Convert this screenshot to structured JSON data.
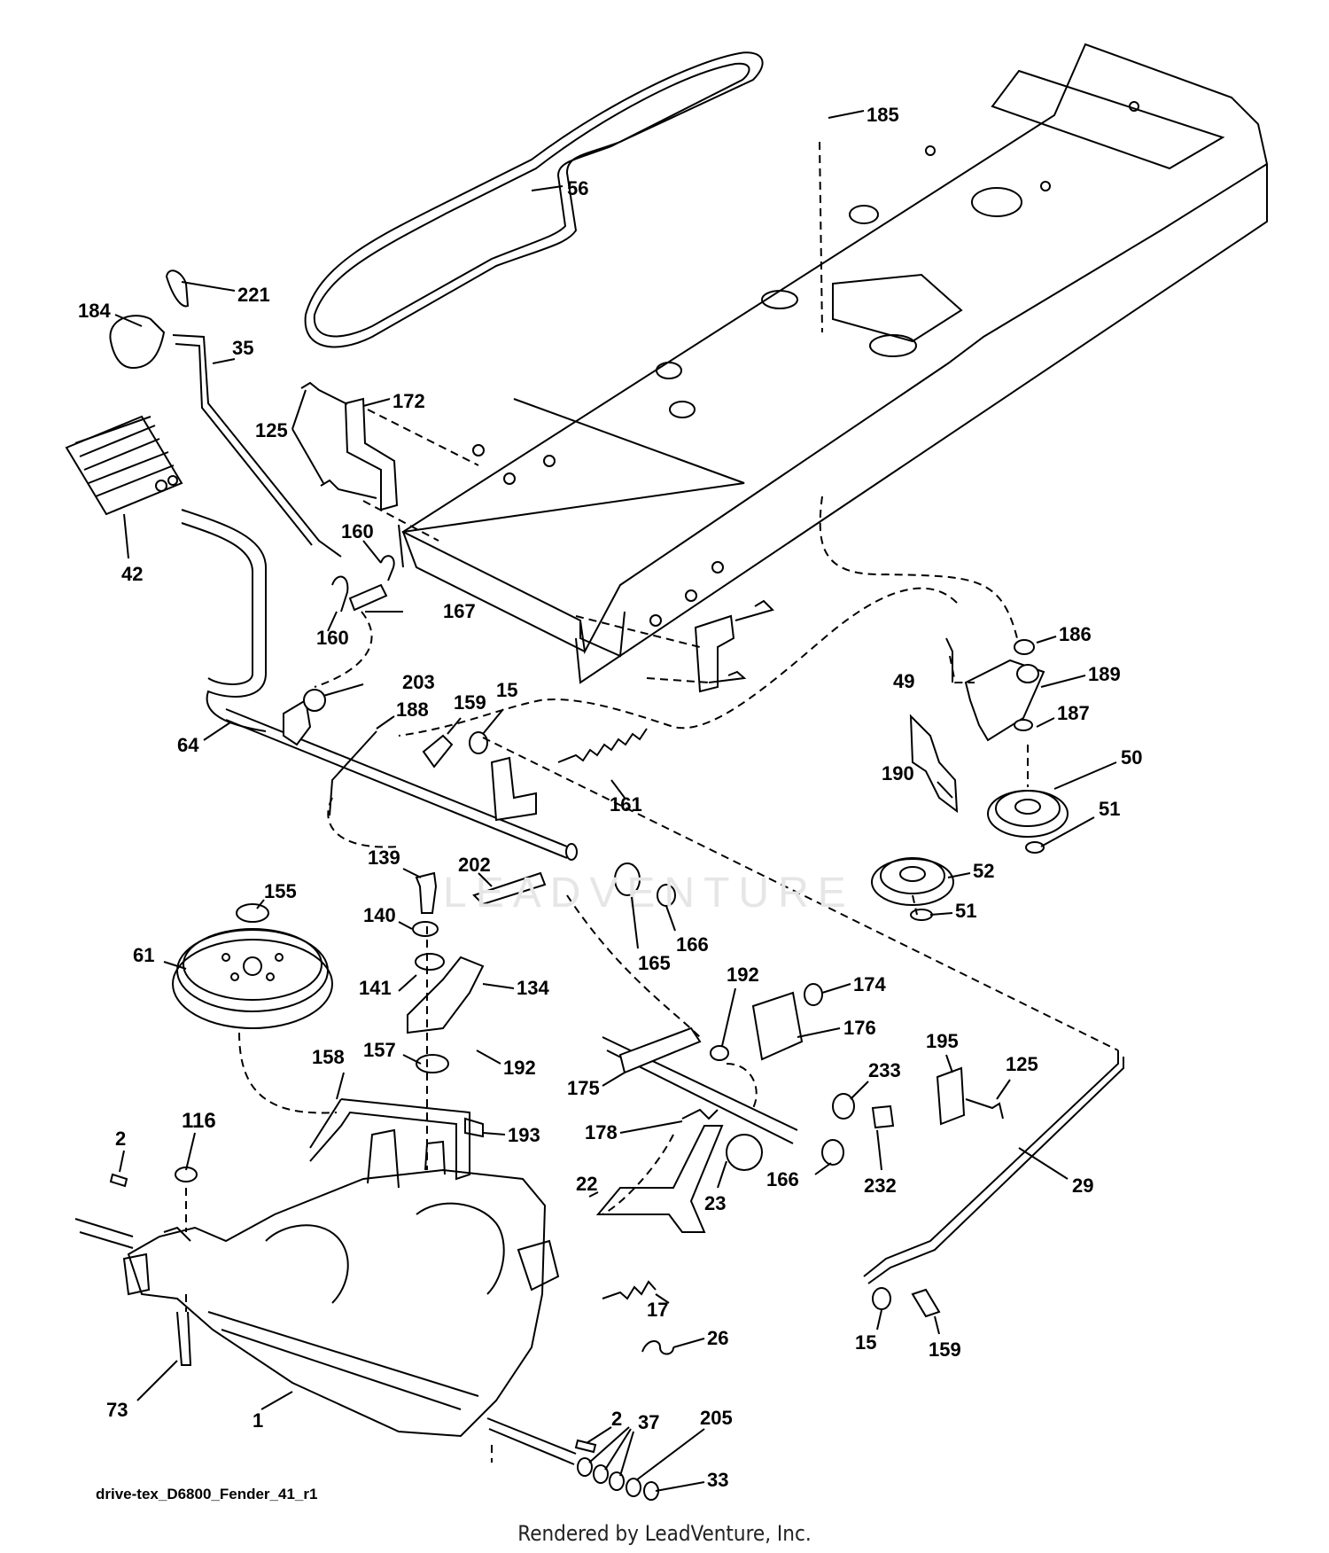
{
  "diagram": {
    "drawing_id": "drive-tex_D6800_Fender_41_r1",
    "credit": "Rendered by LeadVenture, Inc.",
    "watermark": "LEADVENTURE",
    "callouts": [
      "185",
      "56",
      "221",
      "184",
      "35",
      "172",
      "125",
      "42",
      "160",
      "167",
      "203",
      "188",
      "159",
      "15",
      "64",
      "161",
      "186",
      "49",
      "189",
      "187",
      "190",
      "50",
      "51",
      "52",
      "139",
      "202",
      "155",
      "140",
      "165",
      "166",
      "61",
      "134",
      "141",
      "192",
      "174",
      "176",
      "157",
      "195",
      "125",
      "233",
      "158",
      "175",
      "116",
      "2",
      "193",
      "178",
      "232",
      "22",
      "23",
      "29",
      "17",
      "26",
      "73",
      "1",
      "37",
      "205",
      "33"
    ]
  }
}
